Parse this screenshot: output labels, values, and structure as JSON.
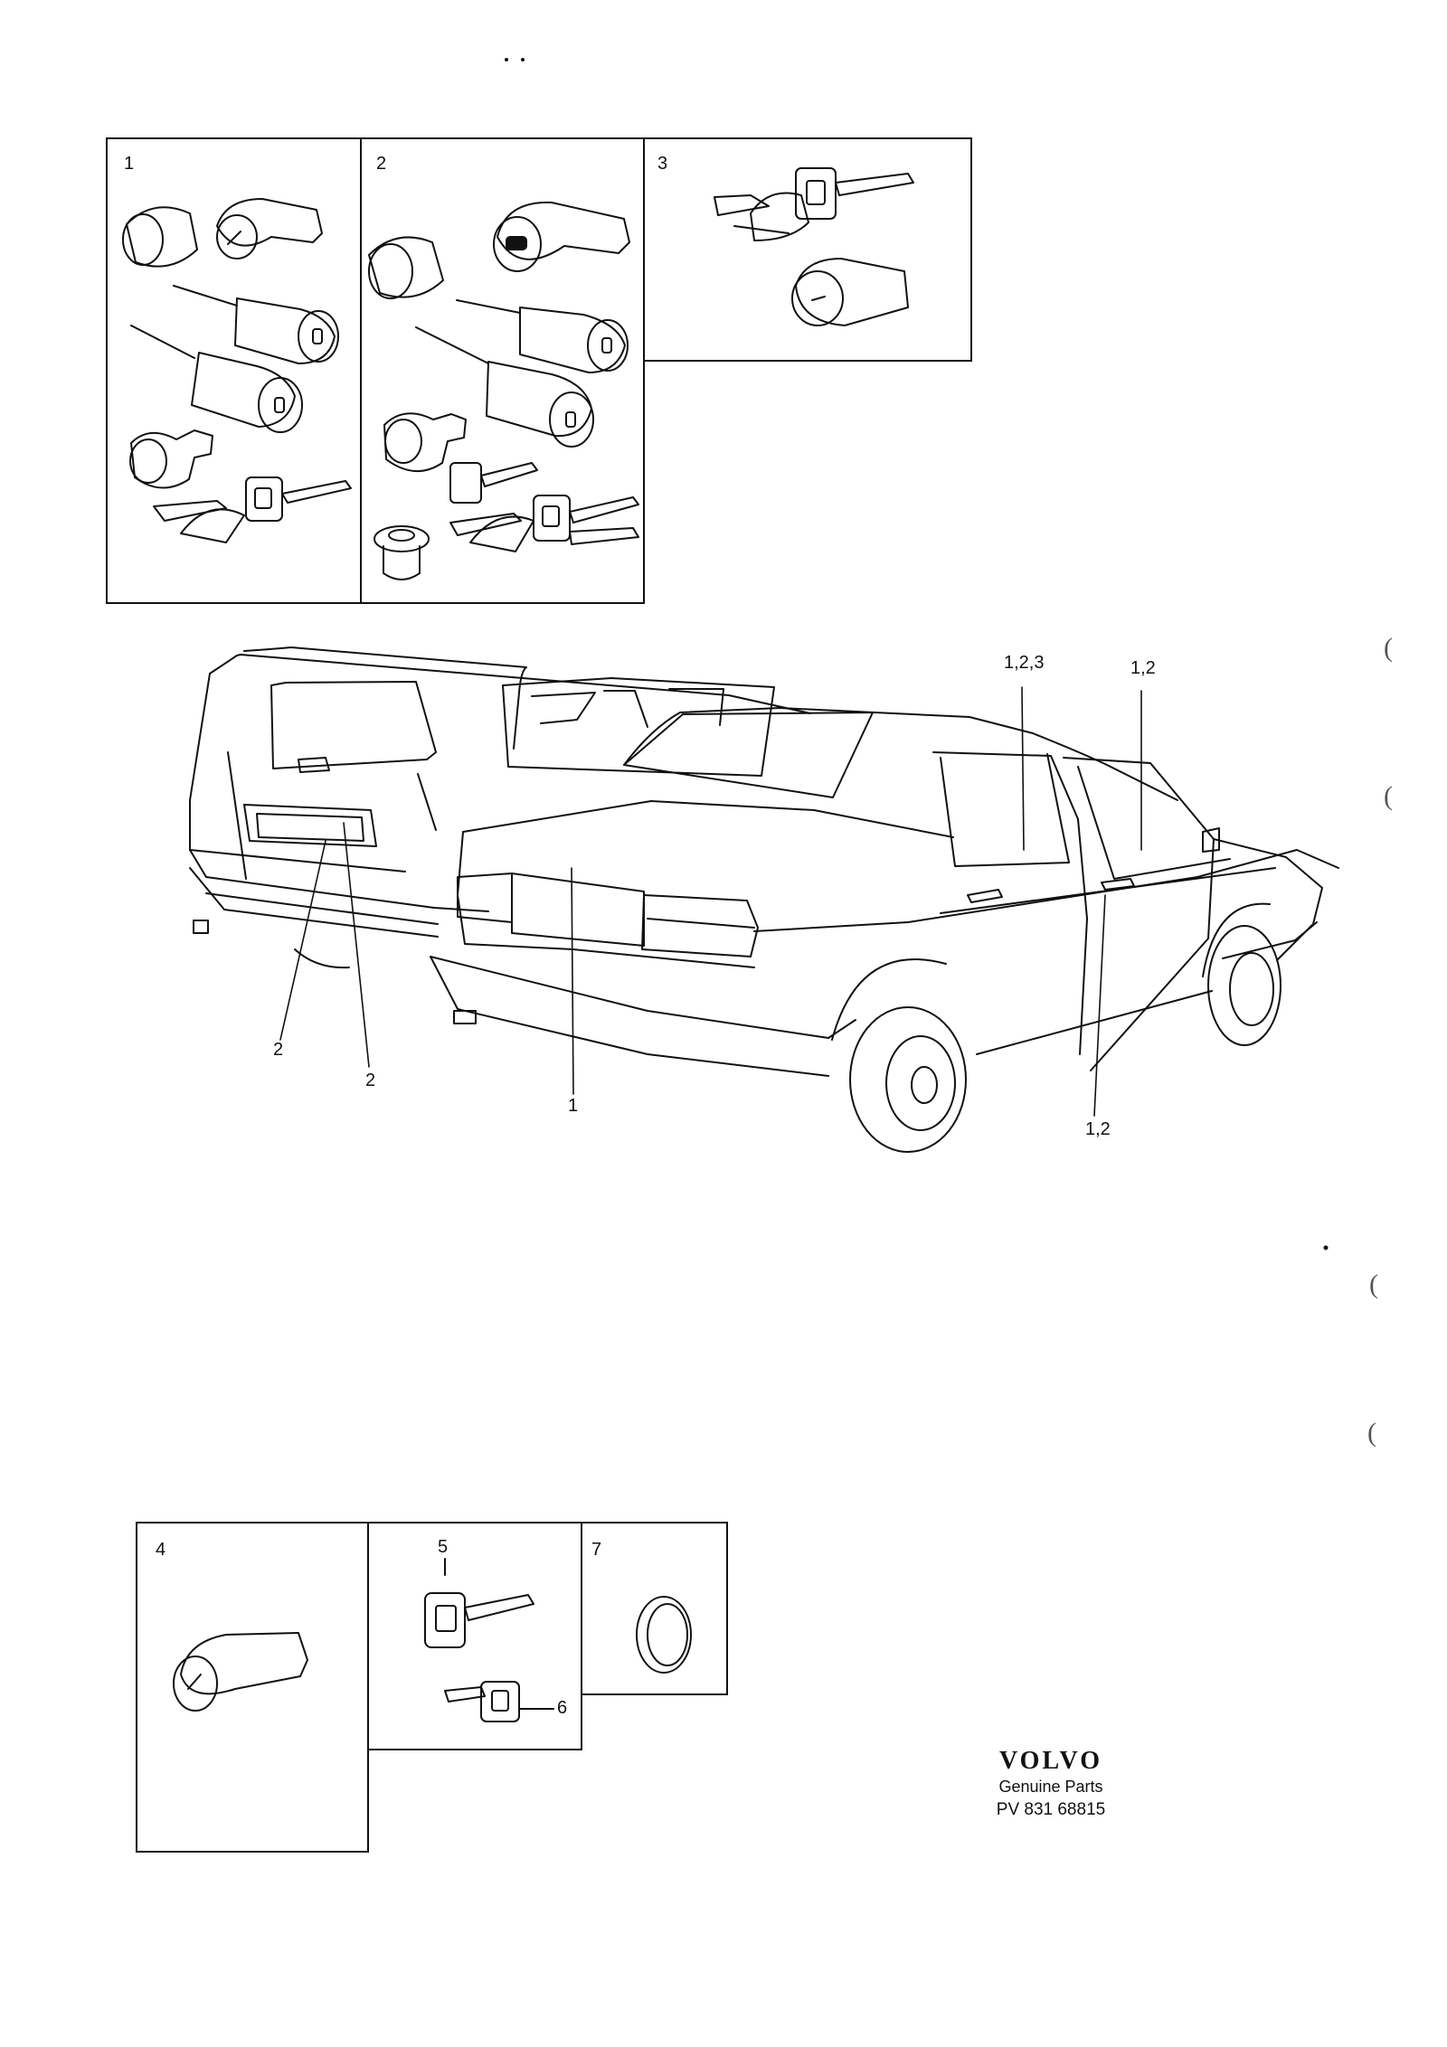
{
  "top_panels": [
    {
      "number": "1",
      "contents": "lock-cylinder-set-sedan"
    },
    {
      "number": "2",
      "contents": "lock-cylinder-set-wagon"
    },
    {
      "number": "3",
      "contents": "keys-and-cylinder"
    }
  ],
  "bottom_panels": [
    {
      "number": "4",
      "contents": "tailgate-lock-cylinder"
    },
    {
      "number": "7",
      "contents": "seal-ring"
    }
  ],
  "callouts": {
    "door_rear": "1,2,3",
    "door_front": "1,2",
    "door_handle": "1,2",
    "trunk_lock": "1",
    "wagon_lock_lower": "2",
    "wagon_handle": "2",
    "key_5": "5",
    "key_6": "6"
  },
  "margin_marks": [
    "(",
    "(",
    "(",
    "("
  ],
  "brand": {
    "logo": "VOLVO",
    "subtitle": "Genuine Parts",
    "part_number": "PV 831 68815"
  },
  "colors": {
    "line": "#111111",
    "background": "#ffffff"
  }
}
